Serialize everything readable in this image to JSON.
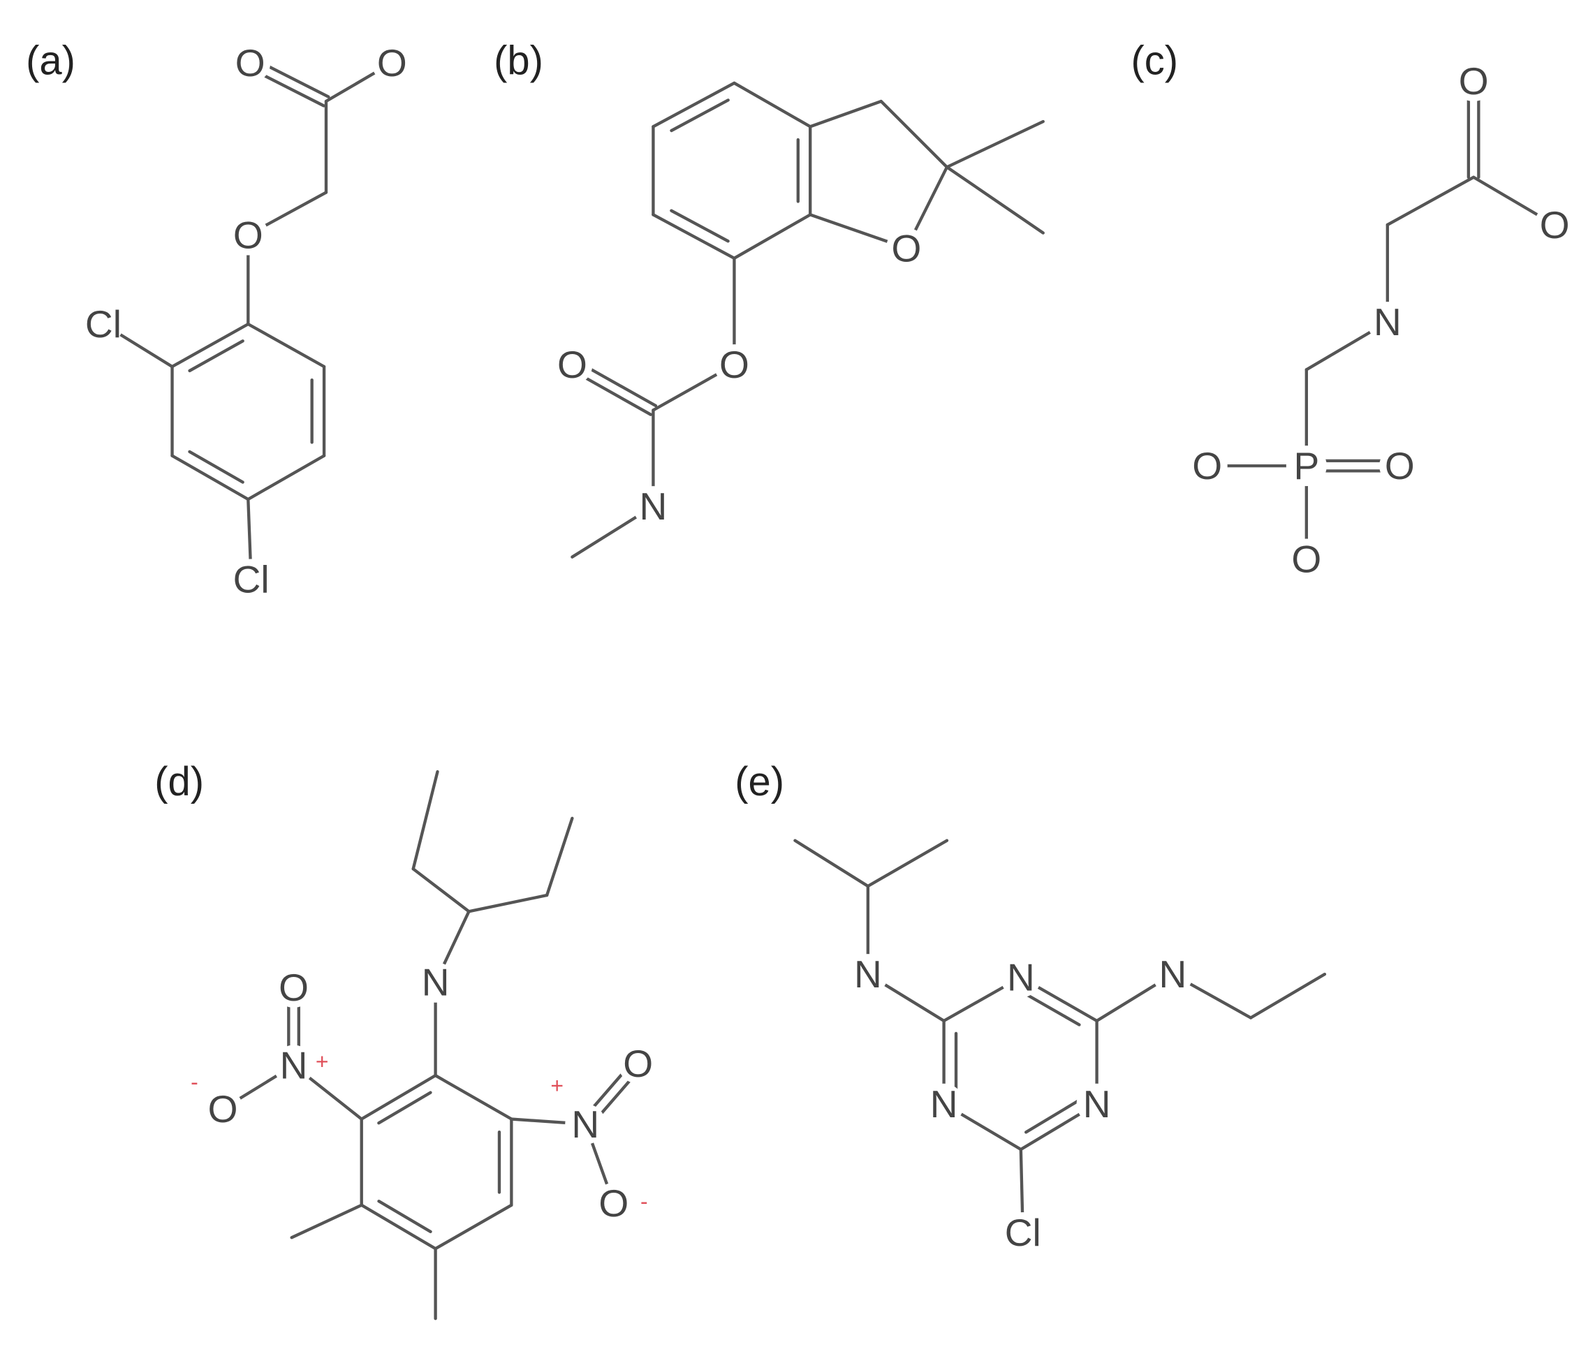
{
  "molecules": [
    {
      "label": "(a)",
      "atoms": [
        "O",
        "O",
        "O",
        "Cl",
        "Cl"
      ]
    },
    {
      "label": "(b)",
      "atoms": [
        "O",
        "O",
        "O",
        "N"
      ]
    },
    {
      "label": "(c)",
      "atoms": [
        "O",
        "O",
        "N",
        "O",
        "P",
        "O",
        "O"
      ]
    },
    {
      "label": "(d)",
      "atoms": [
        "N",
        "O",
        "N",
        "O",
        "N",
        "O",
        "O"
      ],
      "charges": [
        "+",
        "-",
        "+",
        "-"
      ]
    },
    {
      "label": "(e)",
      "atoms": [
        "N",
        "N",
        "N",
        "N",
        "N",
        "Cl"
      ]
    }
  ],
  "colors": {
    "bond": "#555555",
    "atom": "#444444",
    "charge": "#e0505a"
  }
}
